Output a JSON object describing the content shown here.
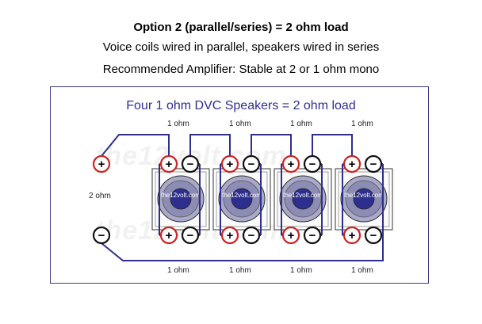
{
  "header": {
    "title": "Option 2 (parallel/series) = 2 ohm load",
    "line1": "Voice coils wired in parallel, speakers wired in series",
    "line2": "Recommended Amplifier: Stable at 2 or 1 ohm mono"
  },
  "diagram": {
    "title": "Four 1 ohm DVC Speakers = 2 ohm load",
    "top_labels": [
      "1 ohm",
      "1 ohm",
      "1 ohm",
      "1 ohm"
    ],
    "bottom_labels": [
      "1 ohm",
      "1 ohm",
      "1 ohm",
      "1 ohm"
    ],
    "side_label": "2 ohm",
    "speaker_brand": "the12volt.com",
    "watermark": "the12volt.com",
    "plus_symbol": "+",
    "minus_symbol": "−",
    "colors": {
      "positive": "#cc2222",
      "wire": "#2e2e8e",
      "title": "#2e2e8e"
    }
  }
}
